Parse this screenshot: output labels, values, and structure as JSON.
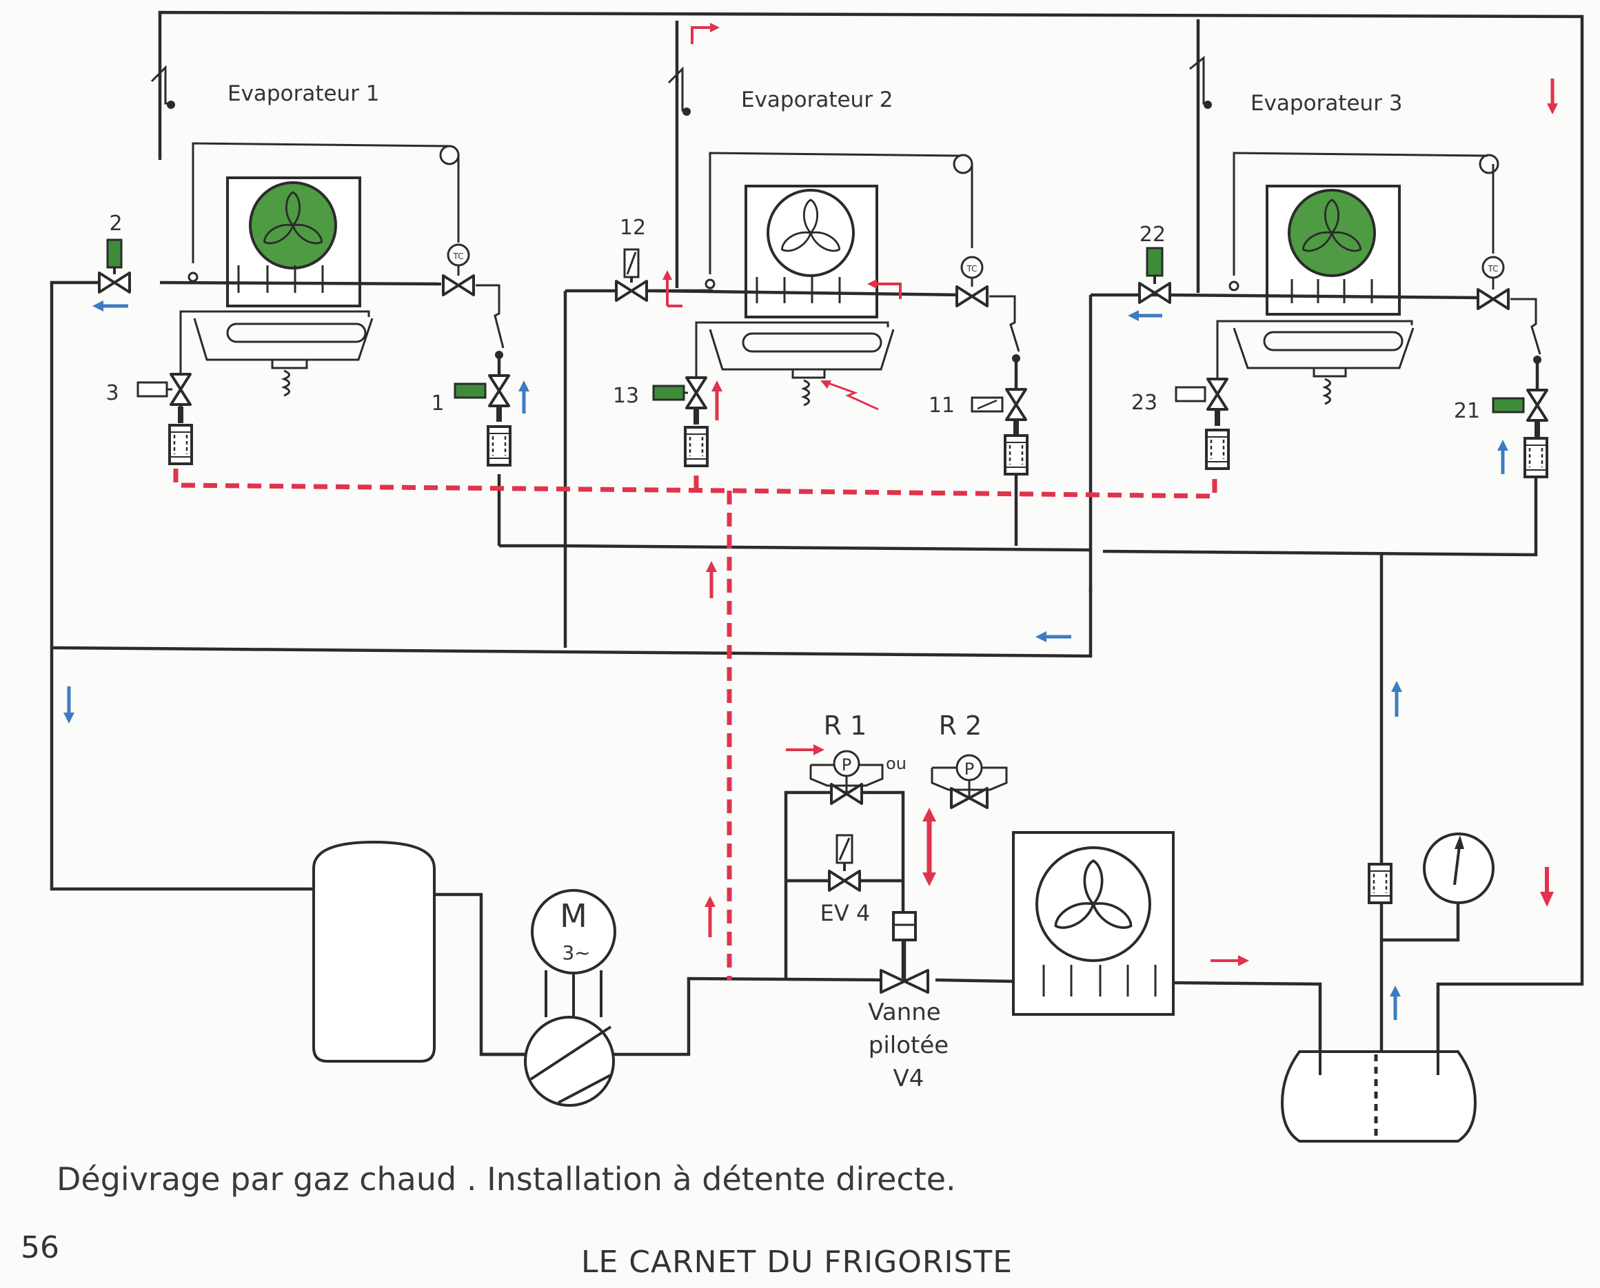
{
  "colors": {
    "line": "#2b2b2b",
    "hot_gas": "#e0334c",
    "cold_flow": "#3c7dc1",
    "active_fan": "#4f9b43",
    "solenoid_active": "#3e8c3a"
  },
  "evaporators": [
    {
      "label": "Evaporateur 1",
      "valve_main": "2",
      "valve_drain": "3",
      "valve_liquid": "1",
      "fan_state": "active"
    },
    {
      "label": "Evaporateur 2",
      "valve_main": "12",
      "valve_drain": "13",
      "valve_liquid": "11",
      "fan_state": "defrost"
    },
    {
      "label": "Evaporateur 3",
      "valve_main": "22",
      "valve_drain": "23",
      "valve_liquid": "21",
      "fan_state": "active"
    }
  ],
  "thermostatic_valve_label": "TC",
  "regulators": {
    "r1": "R 1",
    "r2": "R 2",
    "or_label": "ou",
    "pressure_symbol": "P"
  },
  "solenoid_ev4": "EV 4",
  "pilot_valve": {
    "line1": "Vanne",
    "line2": "pilotée",
    "line3": "V4"
  },
  "motor": {
    "symbol": "M",
    "phase": "3~"
  },
  "caption": "Dégivrage par gaz chaud . Installation à détente directe.",
  "page_number": "56",
  "footer": "LE CARNET DU FRIGORISTE"
}
